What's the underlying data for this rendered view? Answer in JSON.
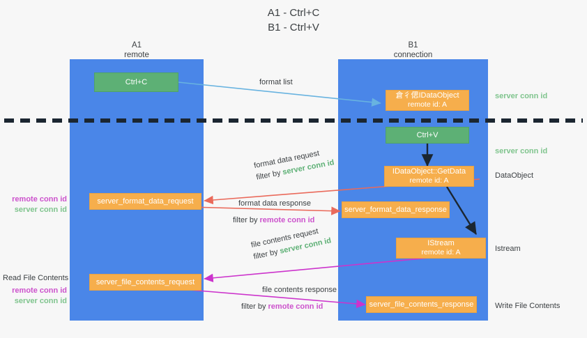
{
  "title": {
    "line1": "A1 - Ctrl+C",
    "line2": "B1 - Ctrl+V"
  },
  "columns": [
    {
      "name": "A1",
      "sub": "remote"
    },
    {
      "name": "B1",
      "sub": "connection"
    }
  ],
  "boxes": {
    "ctrl_c": "Ctrl+C",
    "ctrl_v": "Ctrl+V",
    "idataobject_l1": "倉彳偲IDataObject",
    "idataobject_l2": "remote id: A",
    "getdata_l1": "IDataObject::GetData",
    "getdata_l2": "remote id: A",
    "istream_l1": "IStream",
    "istream_l2": "remote id: A",
    "server_format_data_request": "server_format_data_request",
    "server_format_data_response": "server_format_data_response",
    "server_file_contents_request": "server_file_contents_request",
    "server_file_contents_response": "server_file_contents_response"
  },
  "annotations": {
    "format_list": "format list",
    "format_data_request": "format data request",
    "format_data_filter_prefix": "filter by ",
    "format_data_filter_value": "server conn id",
    "format_data_response": "format data response",
    "format_data_resp_filter_prefix": "filter by ",
    "format_data_resp_filter_value": "remote conn id",
    "file_contents_request": "file contents request",
    "file_contents_filter_prefix": "filter by ",
    "file_contents_filter_value": "server conn id",
    "file_contents_response": "file contents response",
    "file_contents_resp_filter_prefix": "filter by ",
    "file_contents_resp_filter_value": "remote conn id"
  },
  "right_labels": {
    "server_conn_id_1": "server conn id",
    "server_conn_id_2": "server conn id",
    "dataobject": "DataObject",
    "istream": "Istream",
    "write_file_contents": "Write File Contents"
  },
  "left_labels": {
    "remote_conn_id_1": "remote conn id",
    "server_conn_id_1": "server conn id",
    "read_file_contents": "Read File Contents",
    "remote_conn_id_2": "remote conn id",
    "server_conn_id_2": "server conn id"
  },
  "colors": {
    "lane": "#4a86e8",
    "green_box": "#5db075",
    "orange_box": "#f6ae4c",
    "arrow_blue": "#68b3e0",
    "arrow_red": "#ea6a5b",
    "arrow_magenta": "#cc33cc",
    "arrow_dark": "#1b2631",
    "divider": "#1b2631",
    "background": "#f7f7f7",
    "server_green_text": "#5db075",
    "remote_magenta_text": "#cc52cc"
  }
}
